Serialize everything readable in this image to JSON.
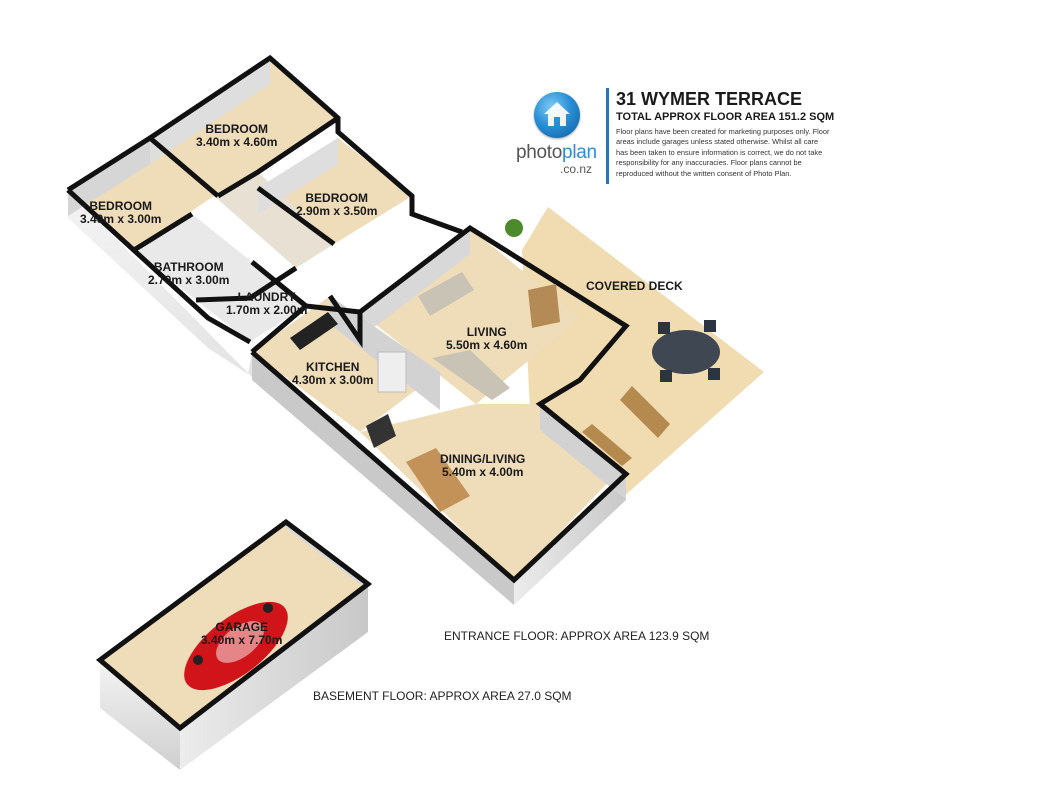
{
  "header": {
    "title": "31 WYMER TERRACE",
    "subtitle": "TOTAL APPROX FLOOR AREA 151.2 SQM",
    "disclaimer": "Floor plans have been created for marketing purposes only. Floor areas include garages unless stated otherwise. Whilst all care has been taken to ensure information is correct, we do not take responsibility for any inaccuracies. Floor plans cannot be reproduced without the written consent of Photo Plan."
  },
  "brand": {
    "name_part1": "photo",
    "name_part2": "plan",
    "domain": ".co.nz",
    "logo_icon": "house-icon",
    "accent_color": "#1e78c2"
  },
  "rooms": [
    {
      "name": "BEDROOM",
      "dims": "3.40m x 4.60m"
    },
    {
      "name": "BEDROOM",
      "dims": "2.90m x 3.50m"
    },
    {
      "name": "BEDROOM",
      "dims": "3.40m x 3.00m"
    },
    {
      "name": "BATHROOM",
      "dims": "2.70m x 3.00m"
    },
    {
      "name": "LAUNDRY",
      "dims": "1.70m x 2.00m"
    },
    {
      "name": "LIVING",
      "dims": "5.50m x 4.60m"
    },
    {
      "name": "KITCHEN",
      "dims": "4.30m x 3.00m"
    },
    {
      "name": "DINING/LIVING",
      "dims": "5.40m x 4.00m"
    },
    {
      "name": "COVERED DECK",
      "dims": ""
    },
    {
      "name": "GARAGE",
      "dims": "3.40m x 7.70m"
    }
  ],
  "floors": {
    "entrance": "ENTRANCE FLOOR: APPROX AREA 123.9 SQM",
    "basement": "BASEMENT FLOOR: APPROX AREA 27.0 SQM"
  },
  "colors": {
    "floor": "#efdcb8",
    "deck": "#f0dcb0",
    "wall_inner": "#d9d9d9",
    "wall_top": "#111111"
  }
}
